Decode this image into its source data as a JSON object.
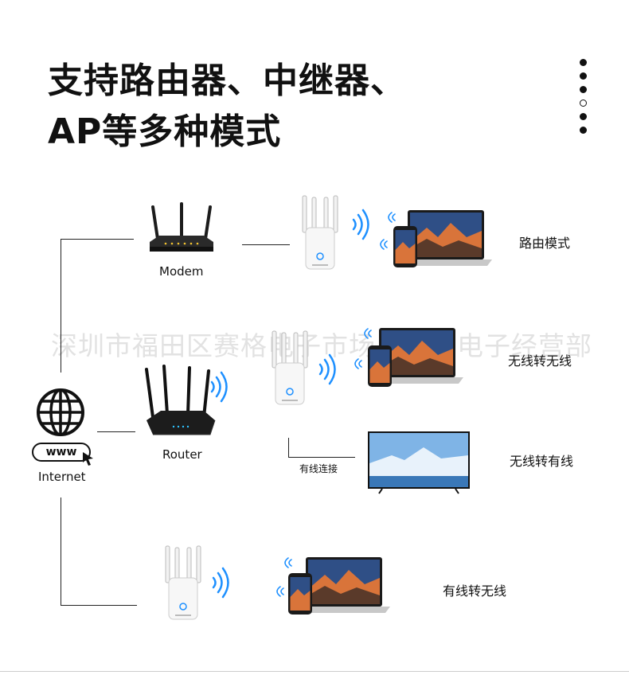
{
  "title": {
    "line1": "支持路由器、中继器、",
    "line2": "AP等多种模式"
  },
  "labels": {
    "modem": "Modem",
    "router": "Router",
    "internet": "Internet",
    "www": "www",
    "wired_connection": "有线连接"
  },
  "modes": {
    "router_mode": "路由模式",
    "wireless_to_wireless": "无线转无线",
    "wireless_to_wired": "无线转有线",
    "wired_to_wireless": "有线转无线"
  },
  "watermark": "深圳市福田区赛格电子市场星益得电子经营部",
  "colors": {
    "line": "#222222",
    "device_white": "#f4f4f4",
    "router_dark": "#1c1c1c",
    "wifi_blue": "#1e90ff",
    "screen_orange": "#d9743a",
    "screen_blue": "#2f4f86"
  }
}
